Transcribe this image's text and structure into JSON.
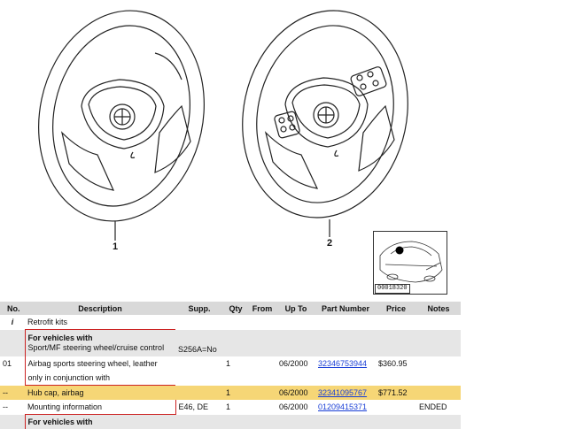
{
  "diagram": {
    "labels": [
      "1",
      "2"
    ],
    "thumbnail_id": "00018320"
  },
  "table": {
    "headers": {
      "no": "No.",
      "description": "Description",
      "supp": "Supp.",
      "qty": "Qty",
      "from": "From",
      "upto": "Up To",
      "part_number": "Part Number",
      "price": "Price",
      "notes": "Notes"
    },
    "rows": [
      {
        "no": "i",
        "description": "Retrofit kits"
      },
      {
        "group_title": "For vehicles with",
        "group_sub": "Sport/MF steering wheel/cruise control",
        "supp": "S256A=No"
      },
      {
        "no": "01",
        "description": "Airbag sports steering wheel, leather",
        "qty": "1",
        "upto": "06/2000",
        "part_number": "32346753944",
        "price": "$360.95"
      },
      {
        "description": "only in conjunction with"
      },
      {
        "no": "--",
        "description": "Hub cap, airbag",
        "qty": "1",
        "upto": "06/2000",
        "part_number": "32341095767",
        "price": "$771.52"
      },
      {
        "no": "--",
        "description": "Mounting information",
        "supp": "E46, DE",
        "qty": "1",
        "upto": "06/2000",
        "part_number": "01209415371",
        "notes": "ENDED"
      },
      {
        "group_title": "For vehicles with"
      }
    ]
  }
}
